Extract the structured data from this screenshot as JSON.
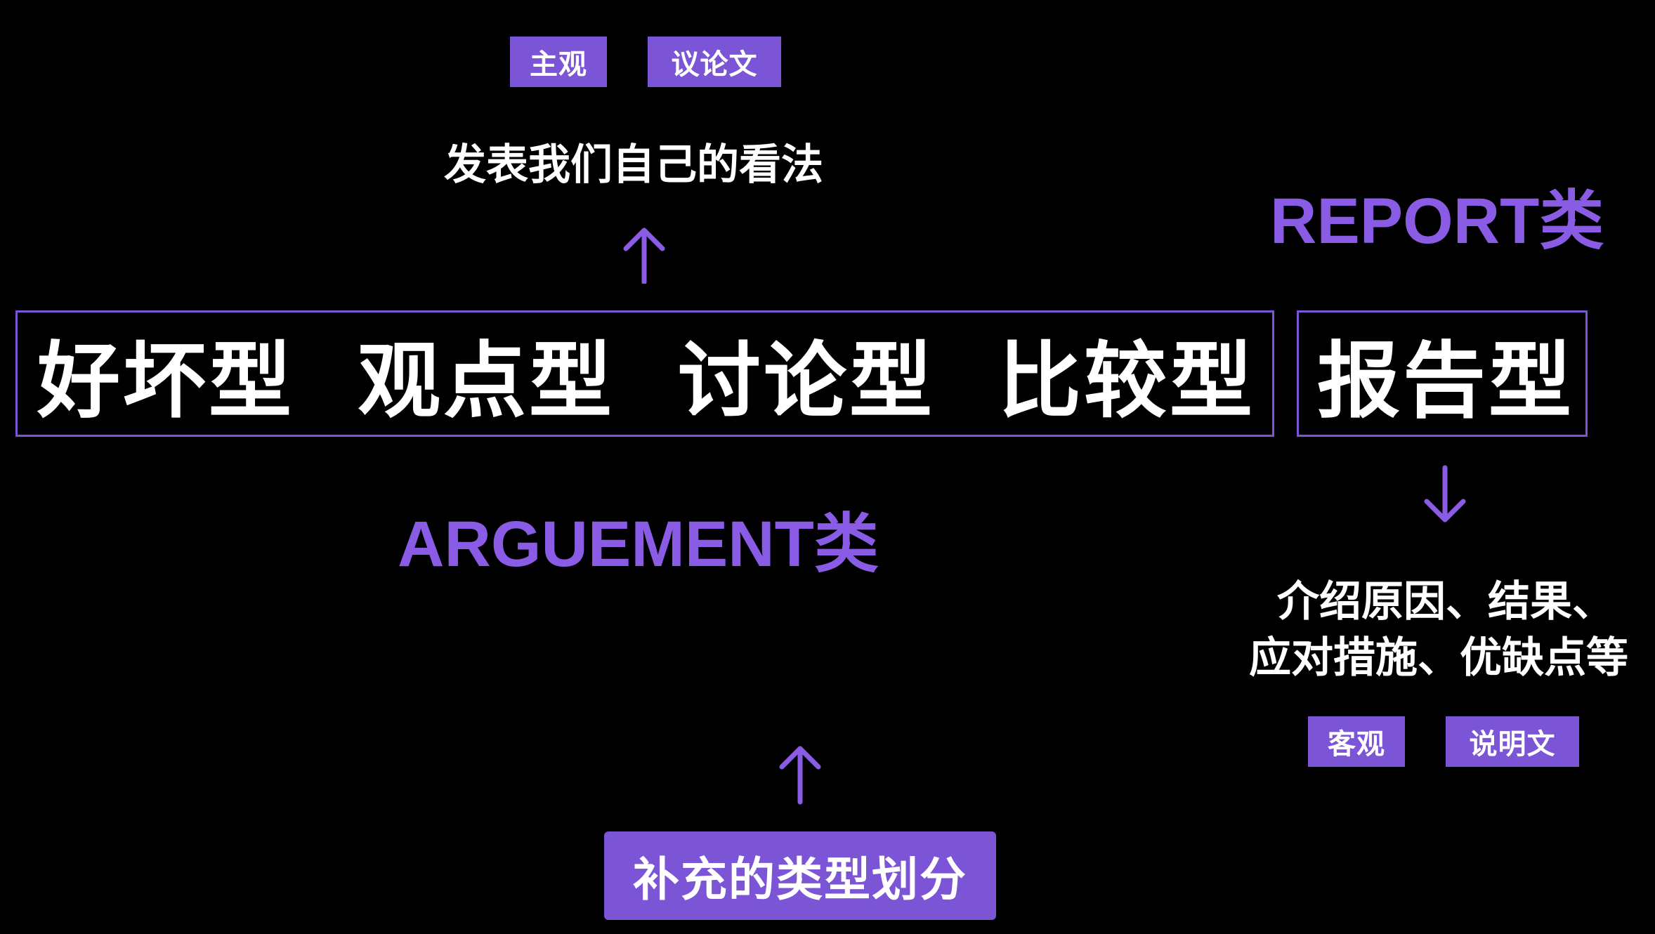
{
  "top": {
    "tags": [
      "主观",
      "议论文"
    ],
    "description": "发表我们自己的看法"
  },
  "report_title": "REPORT类",
  "argument_title": "ARGUEMENT类",
  "argument_types": [
    "好坏型",
    "观点型",
    "讨论型",
    "比较型"
  ],
  "report_type": "报告型",
  "report": {
    "description_line1": "介绍原因、结果、",
    "description_line2": "应对措施、优缺点等",
    "tags": [
      "客观",
      "说明文"
    ]
  },
  "bottom_button": "补充的类型划分",
  "colors": {
    "accent": "#7b55d6",
    "title_purple": "#8a5ce6",
    "background": "#000000",
    "text": "#ffffff"
  }
}
